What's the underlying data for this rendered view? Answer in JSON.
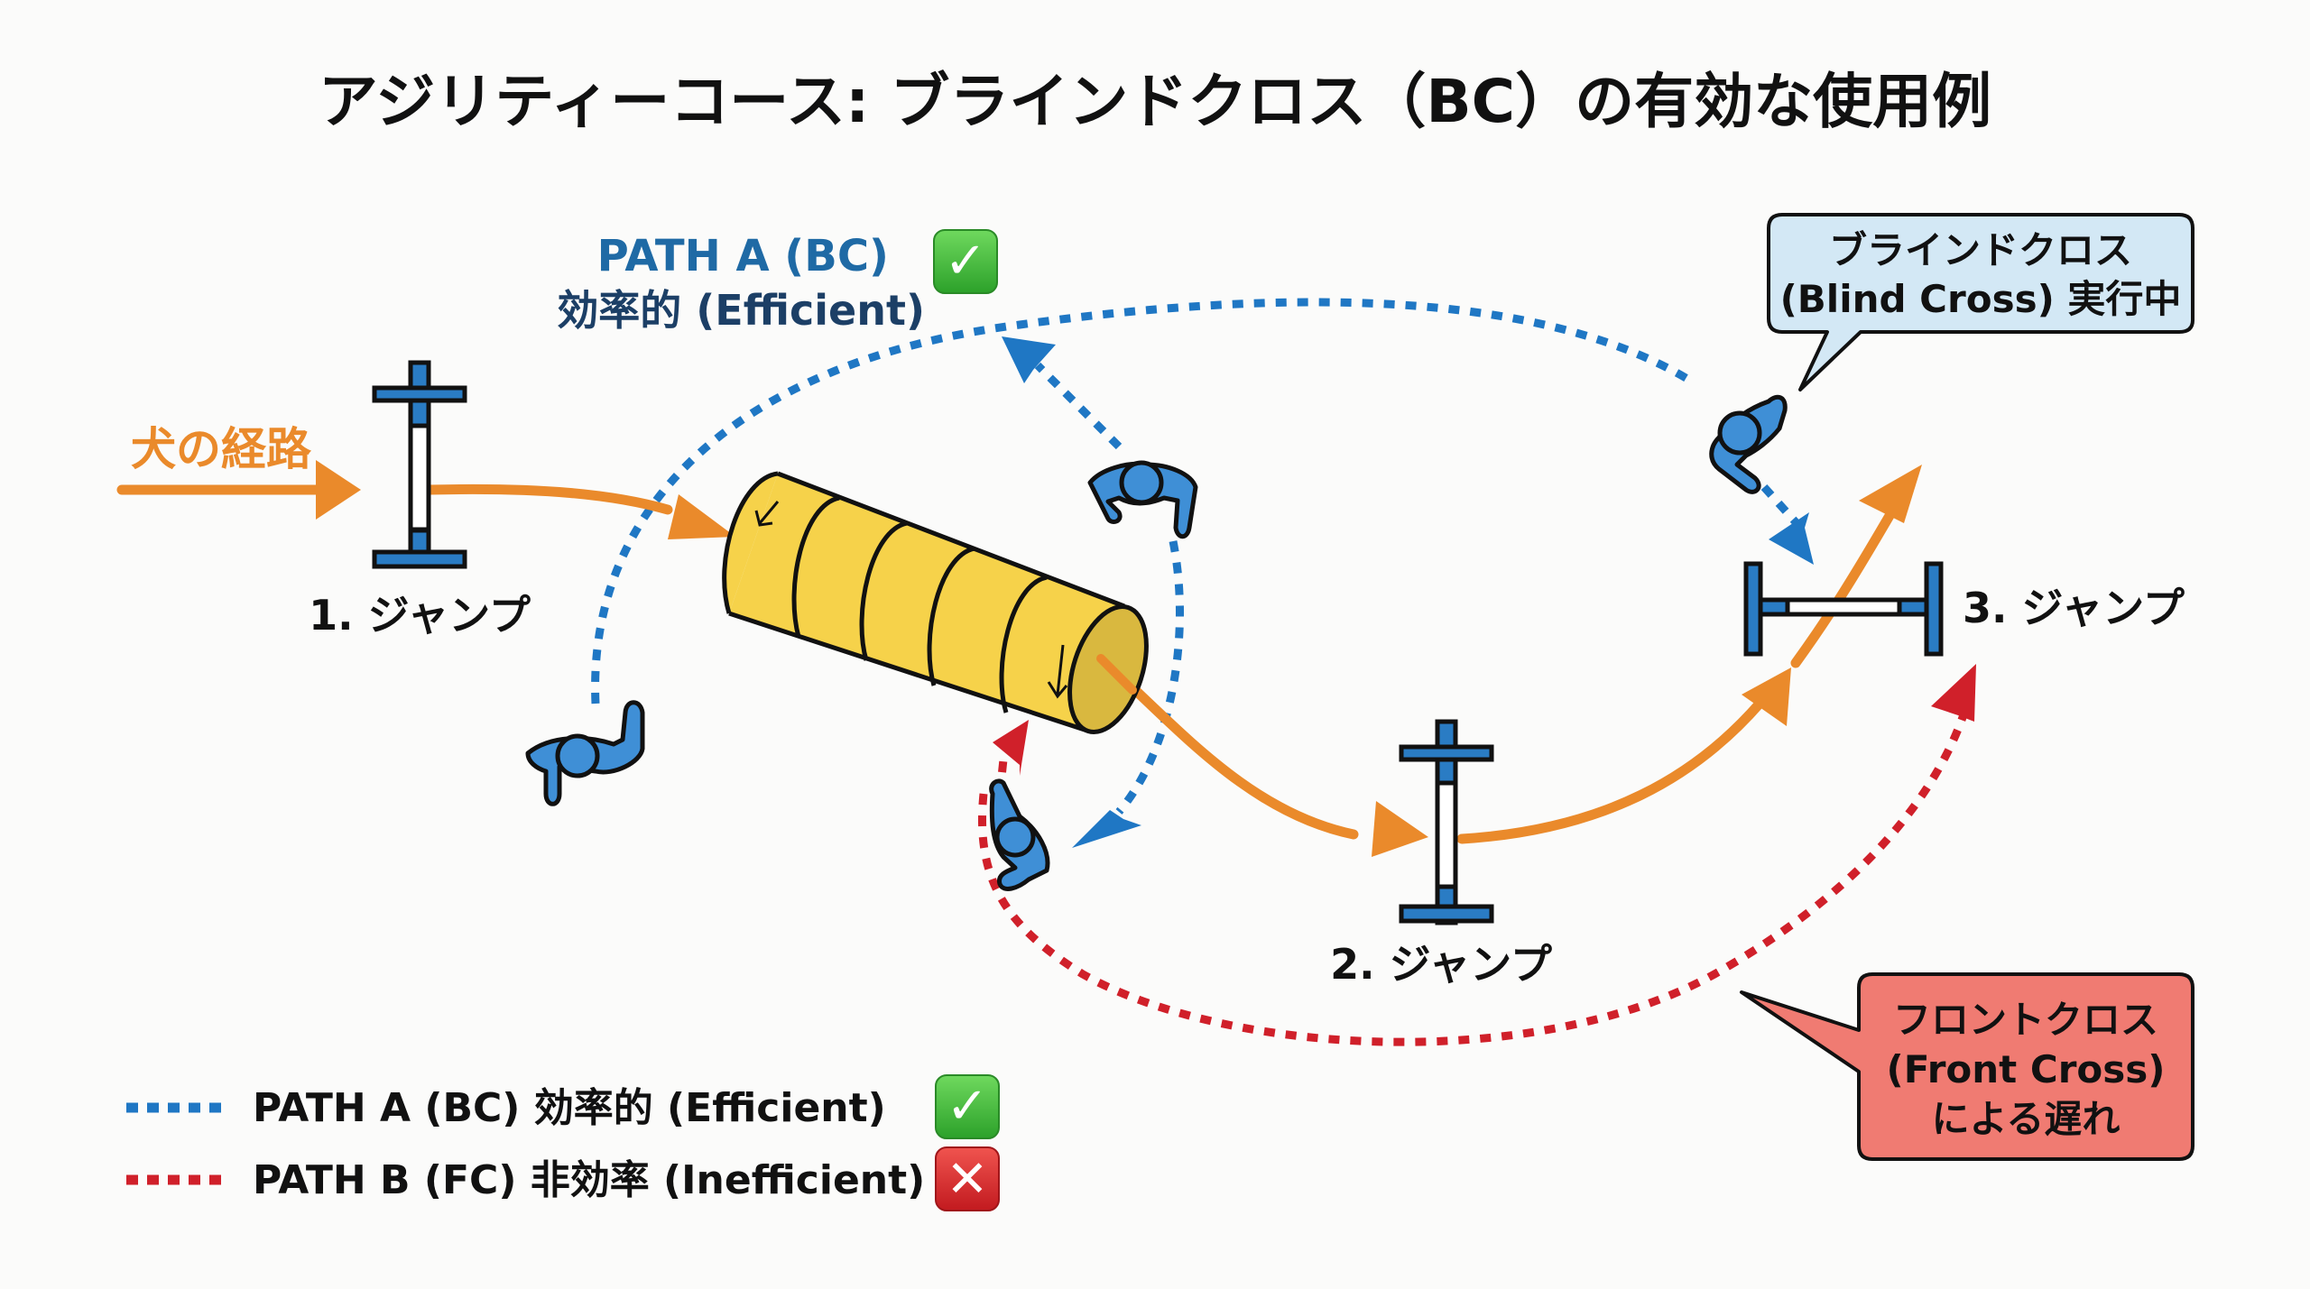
{
  "title": "アジリティーコース: ブラインドクロス（BC）の有効な使用例",
  "dog_path_label": "犬の経路",
  "path_a_label": {
    "line1": "PATH A (BC)",
    "line2": "効率的 (Efficient)",
    "badge_icon": "check-mark-icon"
  },
  "jumps": [
    {
      "label": "1. ジャンプ"
    },
    {
      "label": "2. ジャンプ"
    },
    {
      "label": "3. ジャンプ"
    }
  ],
  "callouts": {
    "blind_cross": {
      "line1": "ブラインドクロス",
      "line2": "(Blind Cross) 実行中"
    },
    "front_cross": {
      "line1": "フロントクロス",
      "line2": "(Front Cross)",
      "line3": "による遅れ"
    }
  },
  "legend": [
    {
      "label": "PATH A (BC) 効率的 (Efficient)",
      "color": "#1f77c4",
      "badge": "check",
      "badge_glyph": "✓"
    },
    {
      "label": "PATH B (FC) 非効率 (Inefficient)",
      "color": "#d0202a",
      "badge": "cross",
      "badge_glyph": "✕"
    }
  ],
  "badge_glyphs": {
    "check": "✓",
    "cross": "✕"
  },
  "colors": {
    "path_a": "#1f77c4",
    "path_b": "#d0202a",
    "dog_path": "#ea8a2b",
    "tunnel": "#f6d24a",
    "handler": "#3f8fd6",
    "jump": "#2a7cc4",
    "callout_blue": "#d3e8f5",
    "callout_red": "#f07b72",
    "badge_green": "#3dbb3a",
    "badge_red": "#d9262c"
  }
}
